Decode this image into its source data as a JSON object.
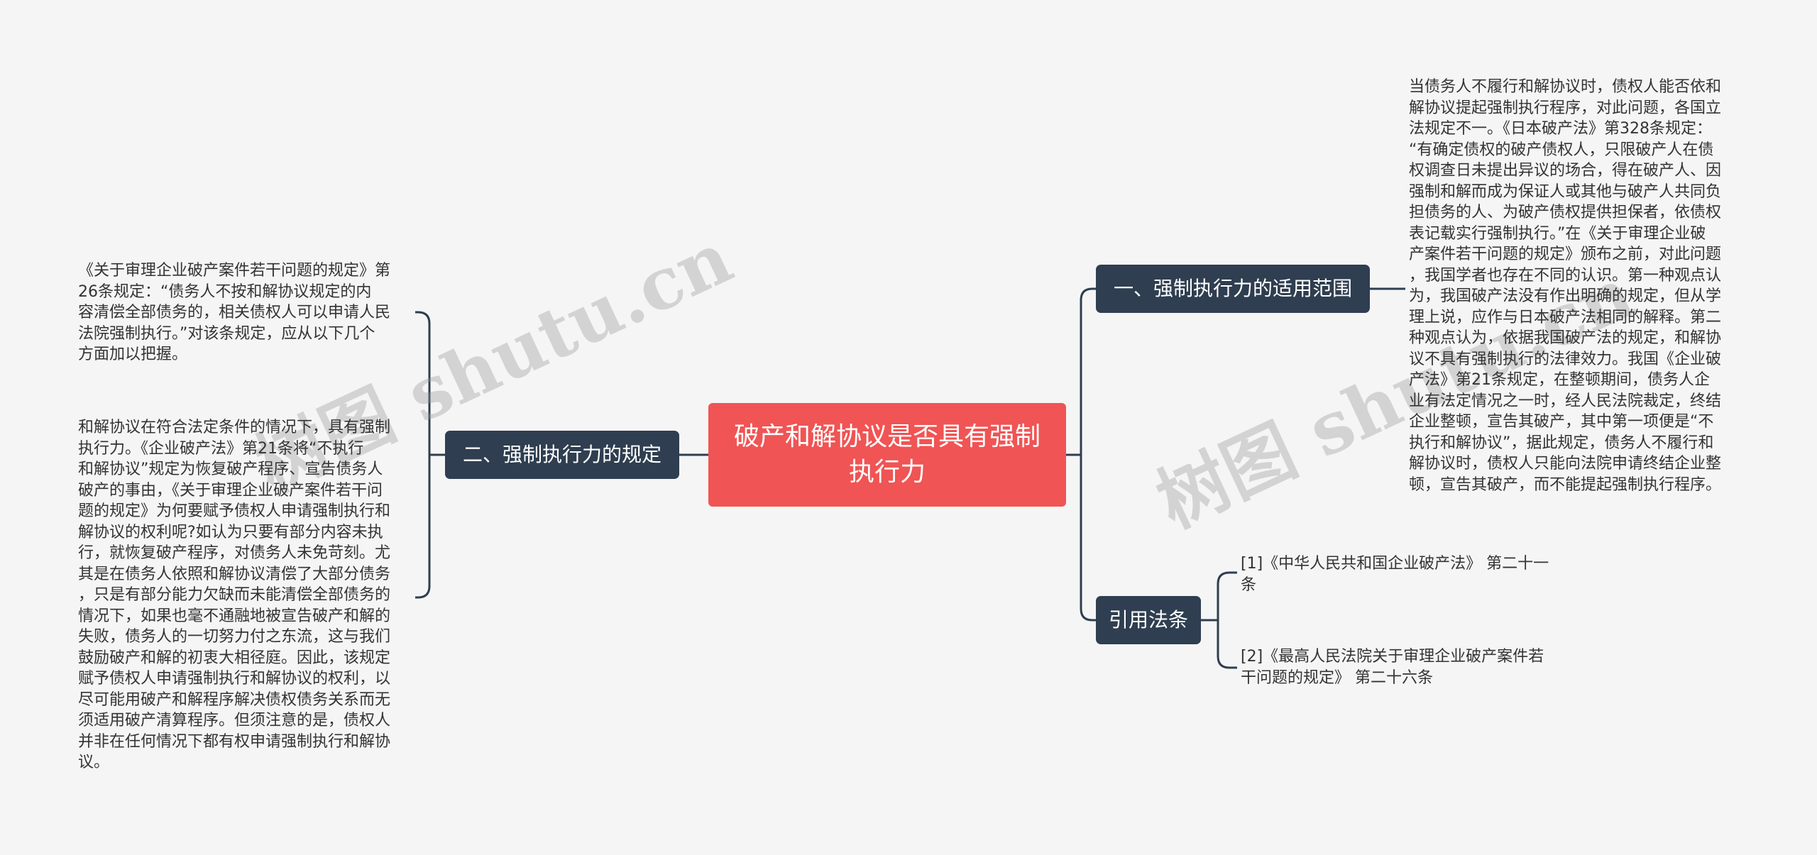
{
  "root": {
    "label": "破产和解协议是否具有强制执行力"
  },
  "branches": [
    {
      "label": "一、强制执行力的适用范围",
      "leaves": [
        "当债务人不履行和解协议时，债权人能否依和\n解协议提起强制执行程序，对此问题，各国立\n法规定不一。《日本破产法》第328条规定：\n“有确定债权的破产债权人，只限破产人在债\n权调查日未提出异议的场合，得在破产人、因\n强制和解而成为保证人或其他与破产人共同负\n担债务的人、为破产债权提供担保者，依债权\n表记载实行强制执行。”在《关于审理企业破\n产案件若干问题的规定》颁布之前，对此问题\n，我国学者也存在不同的认识。第一种观点认\n为，我国破产法没有作出明确的规定，但从学\n理上说，应作与日本破产法相同的解释。第二\n种观点认为，依据我国破产法的规定，和解协\n议不具有强制执行的法律效力。我国《企业破\n产法》第21条规定，在整顿期间，债务人企\n业有法定情况之一时，经人民法院裁定，终结\n企业整顿，宣告其破产，其中第一项便是“不\n执行和解协议”，据此规定，债务人不履行和\n解协议时，债权人只能向法院申请终结企业整\n顿，宣告其破产，而不能提起强制执行程序。"
      ]
    },
    {
      "label": "二、强制执行力的规定",
      "leaves": [
        "《关于审理企业破产案件若干问题的规定》第\n26条规定：“债务人不按和解协议规定的内\n容清偿全部债务的，相关债权人可以申请人民\n法院强制执行。”对该条规定，应从以下几个\n方面加以把握。",
        "和解协议在符合法定条件的情况下，具有强制\n执行力。《企业破产法》第21条将“不执行\n和解协议”规定为恢复破产程序、宣告债务人\n破产的事由，《关于审理企业破产案件若干问\n题的规定》为何要赋予债权人申请强制执行和\n解协议的权利呢?如认为只要有部分内容未执\n行，就恢复破产程序，对债务人未免苛刻。尤\n其是在债务人依照和解协议清偿了大部分债务\n，只是有部分能力欠缺而未能清偿全部债务的\n情况下，如果也毫不通融地被宣告破产和解的\n失败，债务人的一切努力付之东流，这与我们\n鼓励破产和解的初衷大相径庭。因此，该规定\n赋予债权人申请强制执行和解协议的权利，以\n尽可能用破产和解程序解决债权债务关系而无\n须适用破产清算程序。但须注意的是，债权人\n并非在任何情况下都有权申请强制执行和解协\n议。"
      ]
    },
    {
      "label": "引用法条",
      "leaves": [
        "[1]《中华人民共和国企业破产法》 第二十一\n条",
        "[2]《最高人民法院关于审理企业破产案件若\n干问题的规定》 第二十六条"
      ]
    }
  ],
  "watermark": [
    "树图 shutu.cn",
    "树图 shutu.cn"
  ],
  "colors": {
    "root": "#f05454",
    "branch": "#2f3e50",
    "background": "#f5f5f5"
  }
}
